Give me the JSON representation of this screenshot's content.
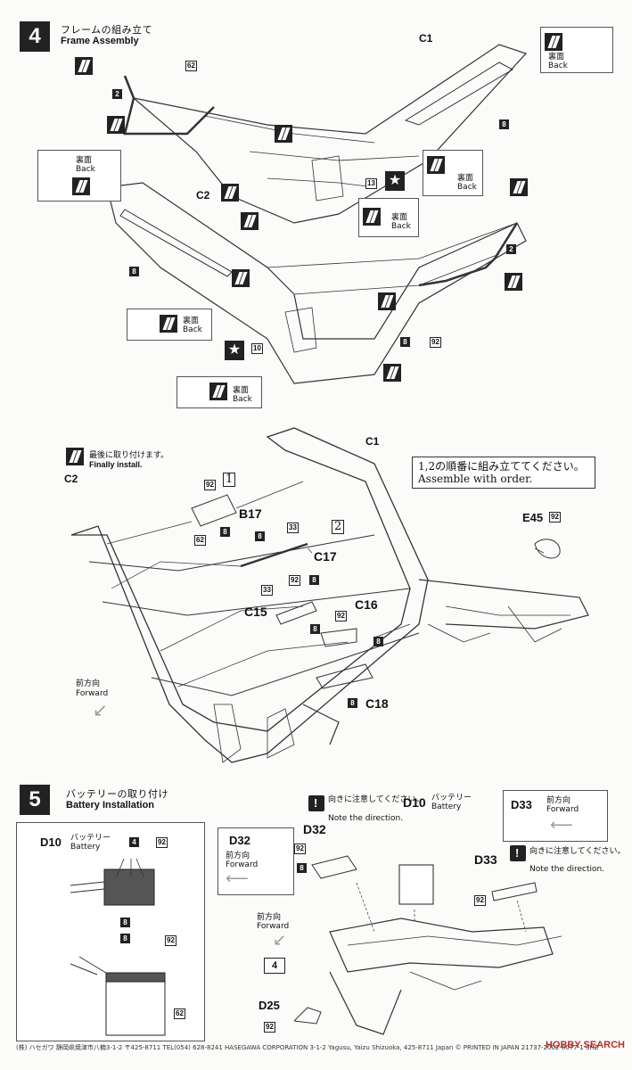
{
  "step4": {
    "number": "4",
    "title_jp": "フレームの組み立て",
    "title_en": "Frame Assembly"
  },
  "step5": {
    "number": "5",
    "title_jp": "バッテリーの取り付け",
    "title_en": "Battery Installation"
  },
  "parts": {
    "C1": "C1",
    "C2": "C2",
    "B17": "B17",
    "C17": "C17",
    "C15": "C15",
    "C16": "C16",
    "C18": "C18",
    "E45": "E45",
    "D10": "D10",
    "D32": "D32",
    "D33": "D33",
    "D25": "D25"
  },
  "nums": {
    "n2": "2",
    "n4": "4",
    "n8": "8",
    "n10": "10",
    "n13": "13",
    "n33": "33",
    "n62": "62",
    "n92": "92"
  },
  "labels": {
    "back_jp": "裏面",
    "back_en": "Back",
    "forward_jp": "前方向",
    "forward_en": "Forward",
    "finally_jp": "最後に取り付けます。",
    "finally_en": "Finally install.",
    "order_jp": "1,2の順番に組み立ててください。",
    "order_en": "Assemble with order.",
    "seq1": "1",
    "seq2": "2",
    "battery_jp": "バッテリー",
    "battery_en": "Battery",
    "direction_jp": "向きに注意してください。",
    "direction_en": "Note the direction."
  },
  "footer": {
    "text": "(株) ハセガワ 静岡県焼津市八楠3-1-2 〒425-8711 TEL(054) 628-8241  HASEGAWA CORPORATION 3-1-2 Yagusu, Yaizu Shizuoka, 425-8711 Japan   © PRINTED IN JAPAN 21737-2002-0077-1 SHZ",
    "watermark": "HOBBY SEARCH"
  },
  "colors": {
    "ink": "#222222",
    "paper": "#fbfbfa"
  }
}
